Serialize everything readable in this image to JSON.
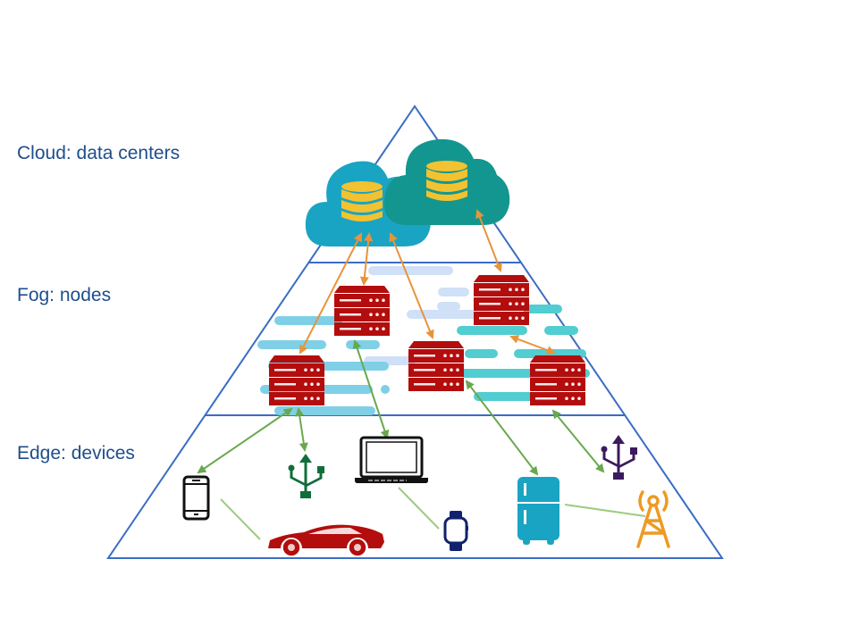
{
  "tiers": [
    {
      "id": "cloud",
      "label": "Cloud: data centers"
    },
    {
      "id": "fog",
      "label": "Fog: nodes"
    },
    {
      "id": "edge",
      "label": "Edge: devices"
    }
  ],
  "colors": {
    "pyramid_outline": "#3b6cc4",
    "label_text": "#1f4e8c",
    "cloud_left": "#1aa4c3",
    "cloud_right": "#13968f",
    "database": "#f2c230",
    "server": "#b30d0d",
    "cloud_fog_link": "#e8943a",
    "fog_edge_link": "#6aa84f",
    "device_peer_link": "#9ccc7f",
    "fog_haze_blue": "#cfe0f7",
    "fog_haze_cyan": "#52cdd2",
    "fog_haze_sky": "#7fd0e6",
    "phone": "#111111",
    "usb_left": "#0f6e3a",
    "usb_right": "#3b1a5e",
    "laptop": "#111111",
    "watch": "#12216e",
    "fridge": "#1aa4c3",
    "car": "#b30d0d",
    "tower": "#ee9a22"
  },
  "elements": {
    "clouds": [
      "cloud-data-center-1",
      "cloud-data-center-2"
    ],
    "fog_nodes": [
      "fog-server-1",
      "fog-server-2",
      "fog-server-3",
      "fog-server-4",
      "fog-server-5"
    ],
    "edge_devices": [
      "smartphone",
      "usb-device-green",
      "laptop",
      "smartwatch",
      "car",
      "refrigerator",
      "usb-device-purple",
      "cell-tower"
    ]
  }
}
